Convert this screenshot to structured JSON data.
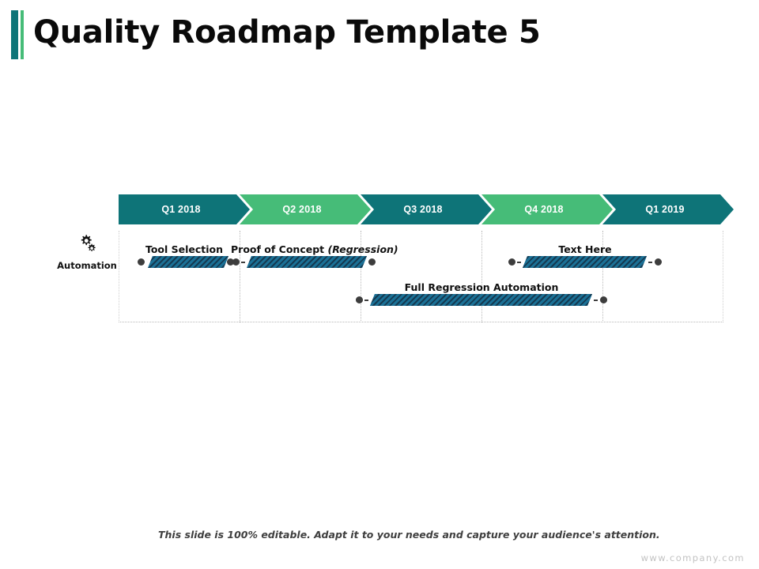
{
  "slide": {
    "title": "Quality Roadmap Template 5",
    "accent_dark": "#0E7478",
    "accent_green": "#46BC78",
    "bar_color": "#1b6b93"
  },
  "timeline": {
    "periods": [
      {
        "label": "Q1 2018",
        "color": "#0E7478"
      },
      {
        "label": "Q2 2018",
        "color": "#46BC78"
      },
      {
        "label": "Q3 2018",
        "color": "#0E7478"
      },
      {
        "label": "Q4 2018",
        "color": "#46BC78"
      },
      {
        "label": "Q1 2019",
        "color": "#0E7478"
      }
    ]
  },
  "swimlane": {
    "icon": "gears-icon",
    "label": "Automation"
  },
  "tasks": [
    {
      "name": "tool-selection",
      "title": "Tool Selection",
      "sub": ""
    },
    {
      "name": "proof-of-concept",
      "title": "Proof of Concept ",
      "sub": "(Regression)"
    },
    {
      "name": "text-here",
      "title": "Text Here",
      "sub": ""
    },
    {
      "name": "full-regression-automation",
      "title": "Full Regression Automation",
      "sub": ""
    }
  ],
  "footer": {
    "note": "This slide is 100% editable. Adapt it to your needs and capture your audience's attention.",
    "url": "www.company.com"
  }
}
